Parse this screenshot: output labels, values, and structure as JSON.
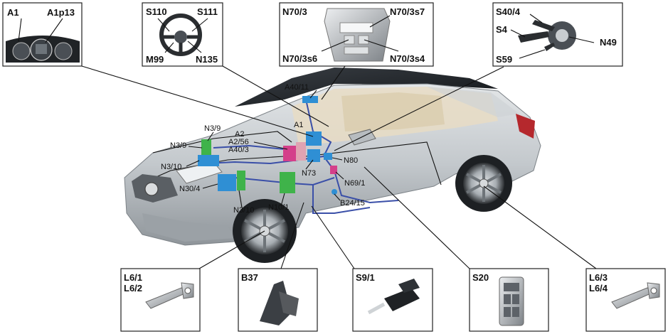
{
  "insets": {
    "cluster": {
      "labels": [
        "A1",
        "A1p13"
      ]
    },
    "steering": {
      "labels": [
        "S110",
        "S111",
        "M99",
        "N135"
      ]
    },
    "overhead": {
      "labels": [
        "N70/3",
        "N70/3s7",
        "N70/3s6",
        "N70/3s4"
      ]
    },
    "switches": {
      "labels": [
        "S40/4",
        "S4",
        "N49",
        "S59"
      ]
    },
    "sensor_front": {
      "labels": [
        "L6/1",
        "L6/2"
      ]
    },
    "pedal": {
      "labels": [
        "B37"
      ]
    },
    "brake_switch": {
      "labels": [
        "S9/1"
      ]
    },
    "window_switch": {
      "labels": [
        "S20"
      ]
    },
    "sensor_rear": {
      "labels": [
        "L6/3",
        "L6/4"
      ]
    }
  },
  "car_labels": {
    "a40_11": "A40/11",
    "n3_9_top": "N3/9",
    "n3_9": "N3/9",
    "a2": "A2",
    "a2_56": "A2/56",
    "a40_3": "A40/3",
    "a1": "A1",
    "n73": "N73",
    "n80": "N80",
    "n3_10_left": "N3/10",
    "n30_4": "N30/4",
    "n3_10": "N3/10",
    "n10_1": "N10/1",
    "n69_1": "N69/1",
    "b24_15": "B24/15"
  },
  "colors": {
    "body": "#c9cdd0",
    "glass": "#1c1f23",
    "interior": "#e6d9bf",
    "module_blue": "#2f8fd4",
    "module_green": "#3fb34a",
    "module_pink": "#d43f8a",
    "wire": "#3a4fa8"
  }
}
